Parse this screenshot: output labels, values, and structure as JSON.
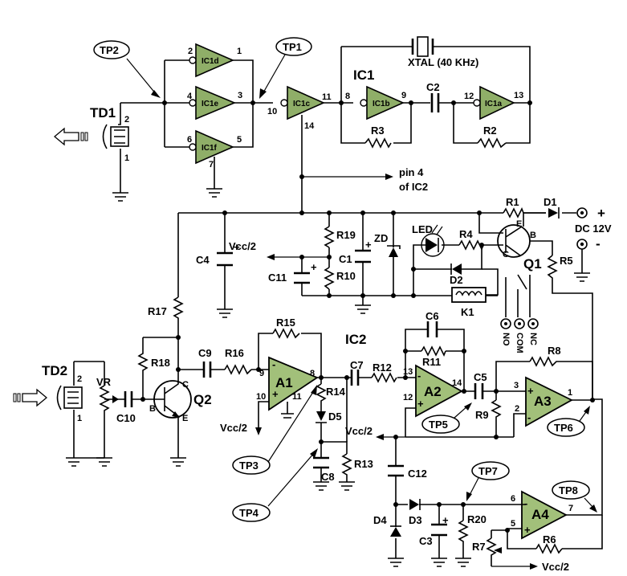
{
  "chips": {
    "ic1": "IC1",
    "ic2": "IC2"
  },
  "gates": {
    "ic1d": "IC1d",
    "ic1e": "IC1e",
    "ic1f": "IC1f",
    "ic1c": "IC1c",
    "ic1b": "IC1b",
    "ic1a": "IC1a"
  },
  "opamps": {
    "a1": "A1",
    "a2": "A2",
    "a3": "A3",
    "a4": "A4"
  },
  "transducers": {
    "td1": "TD1",
    "td2": "TD2"
  },
  "test_points": {
    "tp1": "TP1",
    "tp2": "TP2",
    "tp3": "TP3",
    "tp4": "TP4",
    "tp5": "TP5",
    "tp6": "TP6",
    "tp7": "TP7",
    "tp8": "TP8"
  },
  "resistors": {
    "r1": "R1",
    "r2": "R2",
    "r3": "R3",
    "r4": "R4",
    "r5": "R5",
    "r6": "R6",
    "r7": "R7",
    "r8": "R8",
    "r9": "R9",
    "r10": "R10",
    "r11": "R11",
    "r12": "R12",
    "r13": "R13",
    "r14": "R14",
    "r15": "R15",
    "r16": "R16",
    "r17": "R17",
    "r18": "R18",
    "r19": "R19",
    "r20": "R20",
    "vr": "VR"
  },
  "capacitors": {
    "c1": "C1",
    "c2": "C2",
    "c3": "C3",
    "c4": "C4",
    "c5": "C5",
    "c6": "C6",
    "c7": "C7",
    "c8": "C8",
    "c9": "C9",
    "c10": "C10",
    "c11": "C11",
    "c12": "C12"
  },
  "diodes": {
    "d1": "D1",
    "d2": "D2",
    "d3": "D3",
    "d4": "D4",
    "d5": "D5",
    "zd": "ZD",
    "led": "LED"
  },
  "transistors": {
    "q1": "Q1",
    "q2": "Q2"
  },
  "relay": "K1",
  "crystal": "XTAL (40 KHz)",
  "power": {
    "dc": "DC 12V",
    "plus": "+",
    "minus": "-"
  },
  "notes": {
    "pin4_line1": "pin 4",
    "pin4_line2": "of IC2"
  },
  "supply_labels": {
    "vcc1": "Vcc/2",
    "vcc2": "Vcc/2",
    "vcc3": "Vcc/2",
    "vcc4": "Vcc/2"
  },
  "relay_contacts": {
    "no": "NO",
    "com": "COM",
    "nc": "NC"
  },
  "pins": {
    "d_in": "2",
    "d_out": "1",
    "e_in": "4",
    "e_out": "3",
    "f_in": "6",
    "f_out": "5",
    "f_gnd": "7",
    "c_in": "10",
    "c_out": "11",
    "c_vcc": "14",
    "b_in": "8",
    "b_out": "9",
    "a_in": "12",
    "a_out": "13",
    "a1_inv": "9",
    "a1_non": "10",
    "a1_out": "8",
    "a1_gnd": "11",
    "a2_inv": "13",
    "a2_non": "12",
    "a2_out": "14",
    "a3_non": "3",
    "a3_inv": "2",
    "a3_out": "1",
    "a4_inv": "6",
    "a4_non": "5",
    "a4_out": "7",
    "td1_p1": "1",
    "td1_p2": "2",
    "td2_p1": "1",
    "td2_p2": "2"
  },
  "transistor_pins": {
    "q1_e": "E",
    "q1_b": "B",
    "q1_c": "C",
    "q2_c": "C",
    "q2_b": "B",
    "q2_e": "E"
  }
}
